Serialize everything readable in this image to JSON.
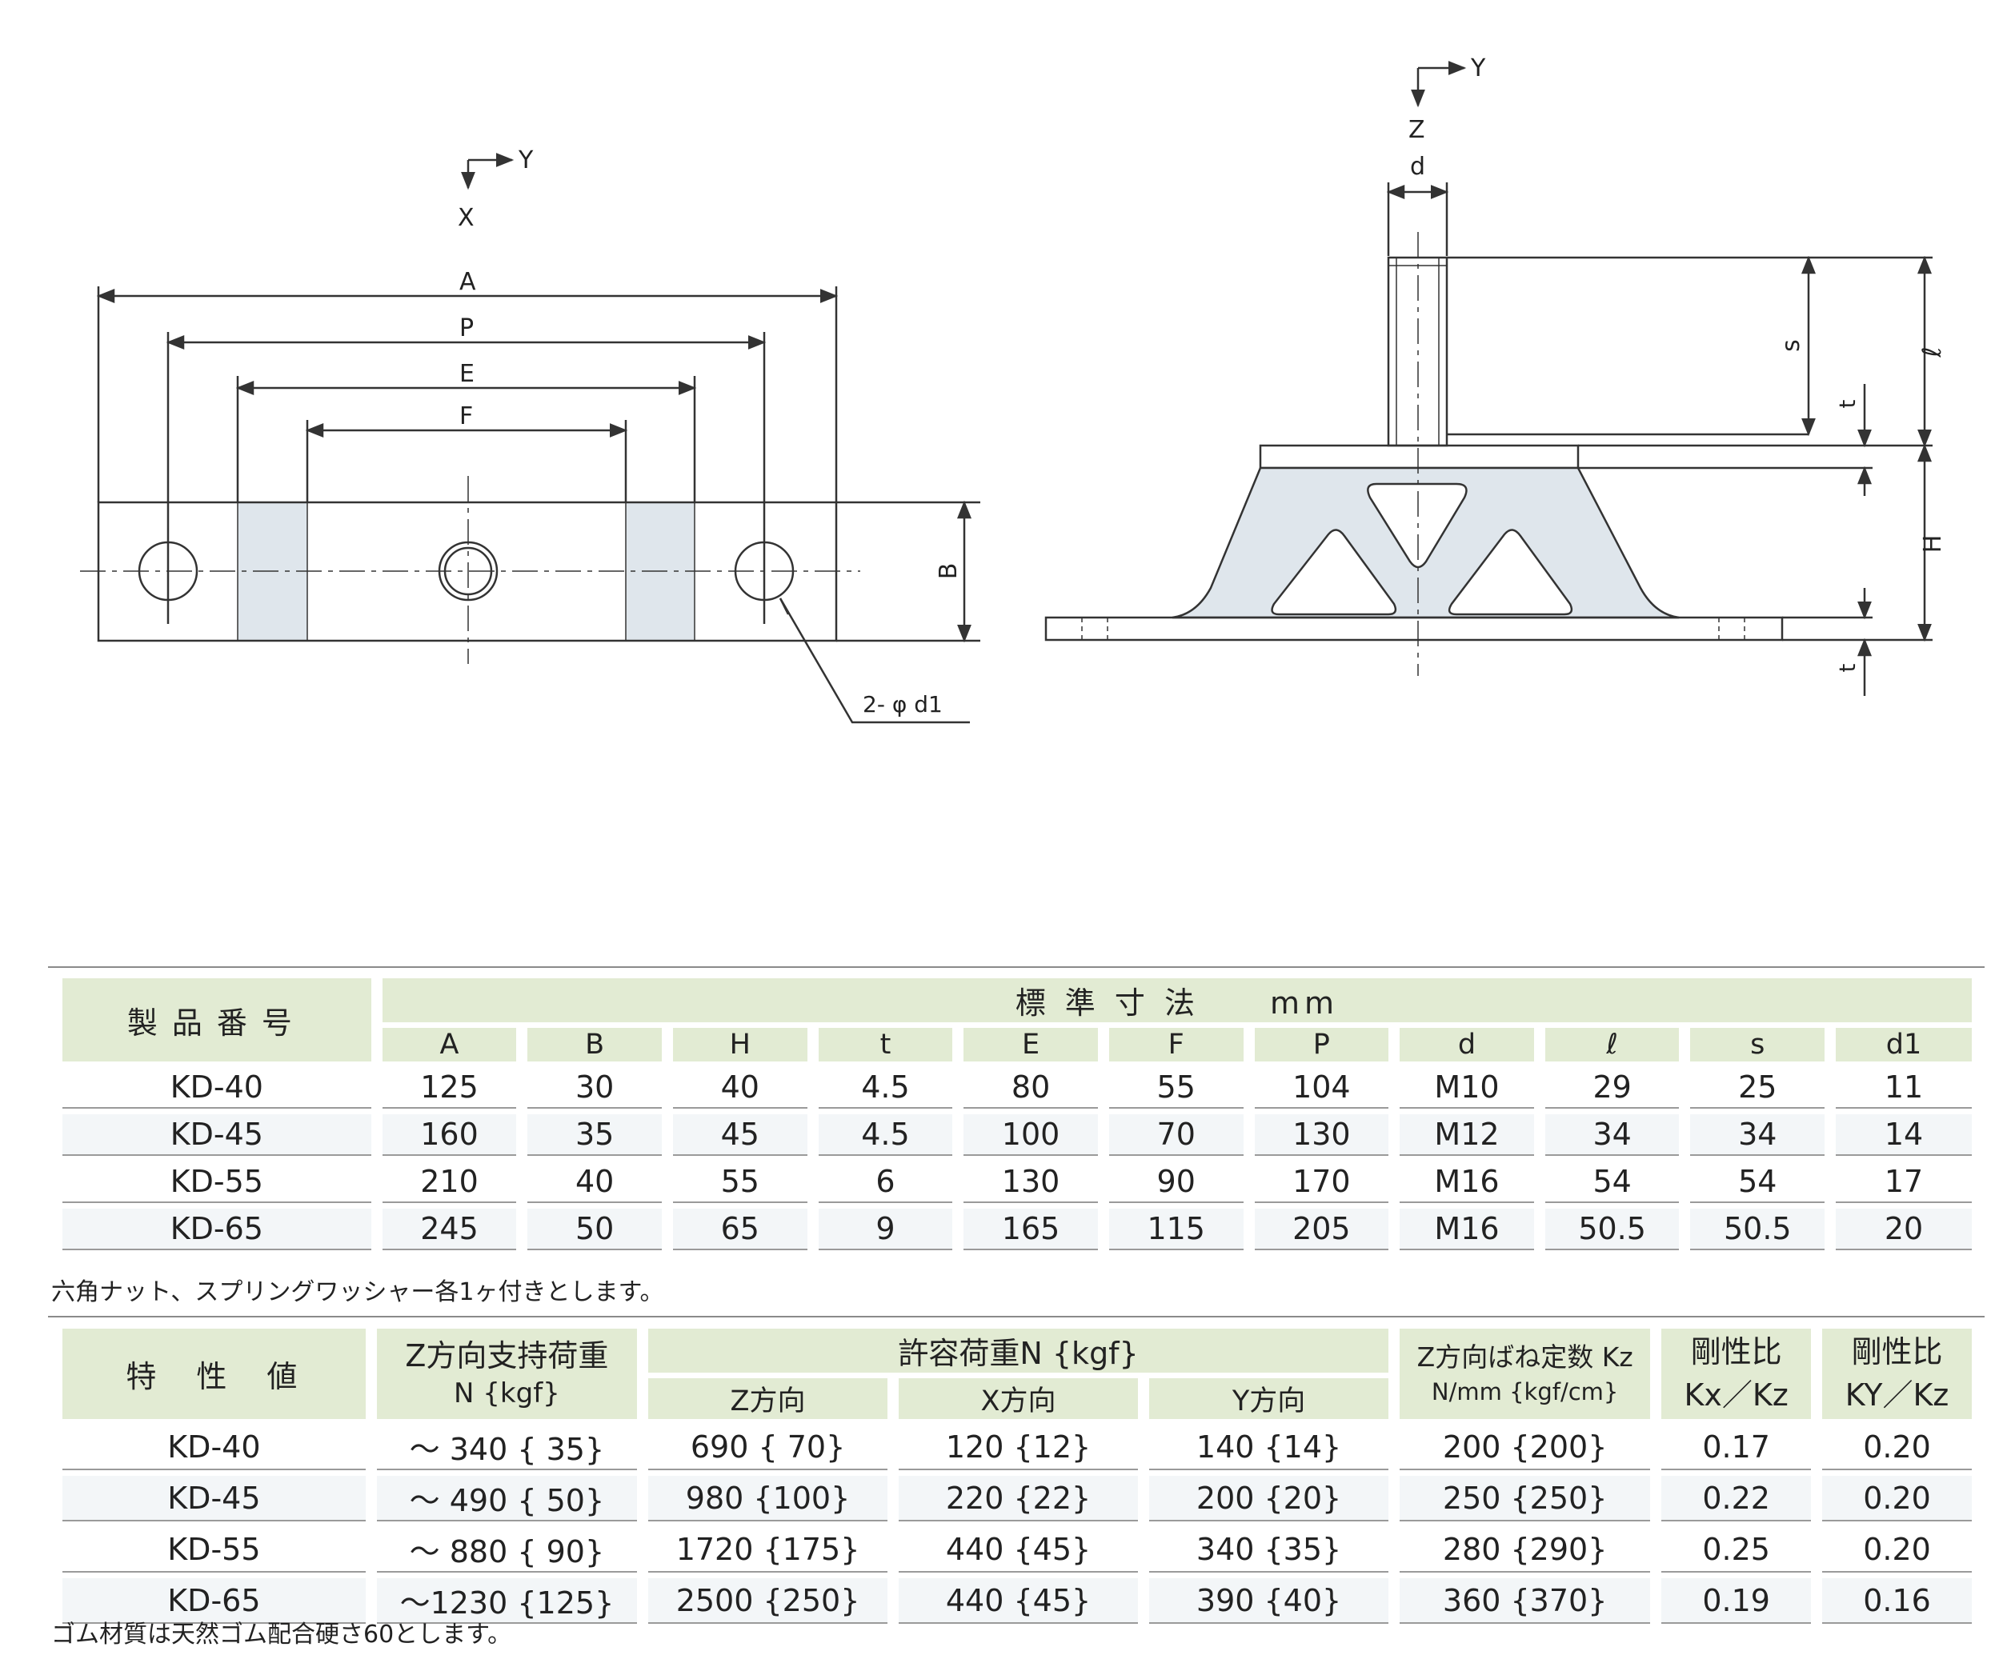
{
  "drawing": {
    "plan_view": {
      "axis_x": "X",
      "axis_y": "Y",
      "dim_a": "A",
      "dim_p": "P",
      "dim_e": "E",
      "dim_f": "F",
      "dim_b": "B",
      "hole_callout": "2- φ d1"
    },
    "side_view": {
      "axis_z": "Z",
      "axis_y": "Y",
      "dim_d": "d",
      "dim_s": "s",
      "dim_l": "ℓ",
      "dim_t_top": "t",
      "dim_h": "H",
      "dim_t_bottom": "t"
    }
  },
  "dimensions_table": {
    "product_header": "製品番号",
    "group_header": "標 準 寸 法　　mm",
    "columns": [
      "A",
      "B",
      "H",
      "t",
      "E",
      "F",
      "P",
      "d",
      "ℓ",
      "s",
      "d1"
    ],
    "rows": [
      {
        "model": "KD-40",
        "values": [
          "125",
          "30",
          "40",
          "4.5",
          "80",
          "55",
          "104",
          "M10",
          "29",
          "25",
          "11"
        ]
      },
      {
        "model": "KD-45",
        "values": [
          "160",
          "35",
          "45",
          "4.5",
          "100",
          "70",
          "130",
          "M12",
          "34",
          "34",
          "14"
        ]
      },
      {
        "model": "KD-55",
        "values": [
          "210",
          "40",
          "55",
          "6",
          "130",
          "90",
          "170",
          "M16",
          "54",
          "54",
          "17"
        ]
      },
      {
        "model": "KD-65",
        "values": [
          "245",
          "50",
          "65",
          "9",
          "165",
          "115",
          "205",
          "M16",
          "50.5",
          "50.5",
          "20"
        ]
      }
    ],
    "note": "六角ナット、スプリングワッシャー各1ヶ付きとします。"
  },
  "characteristics_table": {
    "product_header": "特　性　値",
    "support_load_header": "Z方向支持荷重",
    "support_load_unit": "N {kgf}",
    "allowable_header": "許容荷重N {kgf}",
    "allowable_z": "Z方向",
    "allowable_x": "X方向",
    "allowable_y": "Y方向",
    "spring_header": "Z方向ばね定数 Kz",
    "spring_unit": "N/mm {kgf/cm}",
    "ratio1_header": "剛性比",
    "ratio1_sub": "Kx／Kz",
    "ratio2_header": "剛性比",
    "ratio2_sub": "KY／Kz",
    "rows": [
      {
        "model": "KD-40",
        "support": "～ 340 { 35}",
        "z": "690 { 70}",
        "x": "120 {12}",
        "y": "140 {14}",
        "kz": "200 {200}",
        "r1": "0.17",
        "r2": "0.20"
      },
      {
        "model": "KD-45",
        "support": "～ 490 { 50}",
        "z": "980 {100}",
        "x": "220 {22}",
        "y": "200 {20}",
        "kz": "250 {250}",
        "r1": "0.22",
        "r2": "0.20"
      },
      {
        "model": "KD-55",
        "support": "～ 880 { 90}",
        "z": "1720 {175}",
        "x": "440 {45}",
        "y": "340 {35}",
        "kz": "280 {290}",
        "r1": "0.25",
        "r2": "0.20"
      },
      {
        "model": "KD-65",
        "support": "～1230 {125}",
        "z": "2500 {250}",
        "x": "440 {45}",
        "y": "390 {40}",
        "kz": "360 {370}",
        "r1": "0.19",
        "r2": "0.16"
      }
    ],
    "note": "ゴム材質は天然ゴム配合硬さ60とします。"
  },
  "colors": {
    "rubber_fill": "#dfe6ec",
    "header_fill": "#e2ebd3",
    "line": "#333333"
  }
}
